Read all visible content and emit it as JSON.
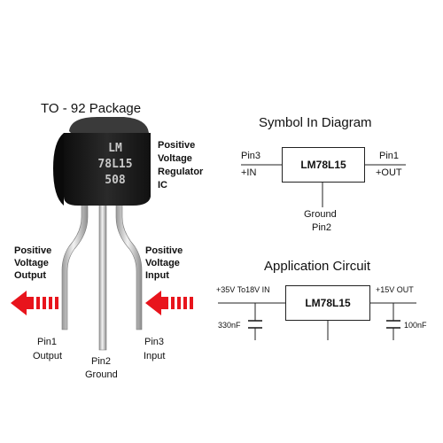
{
  "package": {
    "title": "TO - 92 Package",
    "marking": [
      "LM",
      "78L15",
      "508"
    ],
    "description": [
      "Positive",
      "Voltage",
      "Regulator",
      "IC"
    ]
  },
  "pins": {
    "left_callout": [
      "Positive",
      "Voltage",
      "Output"
    ],
    "right_callout": [
      "Positive",
      "Voltage",
      "Input"
    ],
    "pin1": [
      "Pin1",
      "Output"
    ],
    "pin2": [
      "Pin2",
      "Ground"
    ],
    "pin3": [
      "Pin3",
      "Input"
    ]
  },
  "symbol": {
    "title": "Symbol In Diagram",
    "chip": "LM78L15",
    "in_pin": "Pin3",
    "in_label": "+IN",
    "out_pin": "Pin1",
    "out_label": "+OUT",
    "gnd_label": "Ground",
    "gnd_pin": "Pin2"
  },
  "application": {
    "title": "Application Circuit",
    "chip": "LM78L15",
    "input": "+35V To18V IN",
    "output": "+15V OUT",
    "c_in": "330nF",
    "c_out": "100nF"
  },
  "colors": {
    "arrow": "#e8141c",
    "chip_body": "#1c1c1c",
    "chip_text": "#c8c8c8",
    "lead": "#c9c9c9"
  }
}
